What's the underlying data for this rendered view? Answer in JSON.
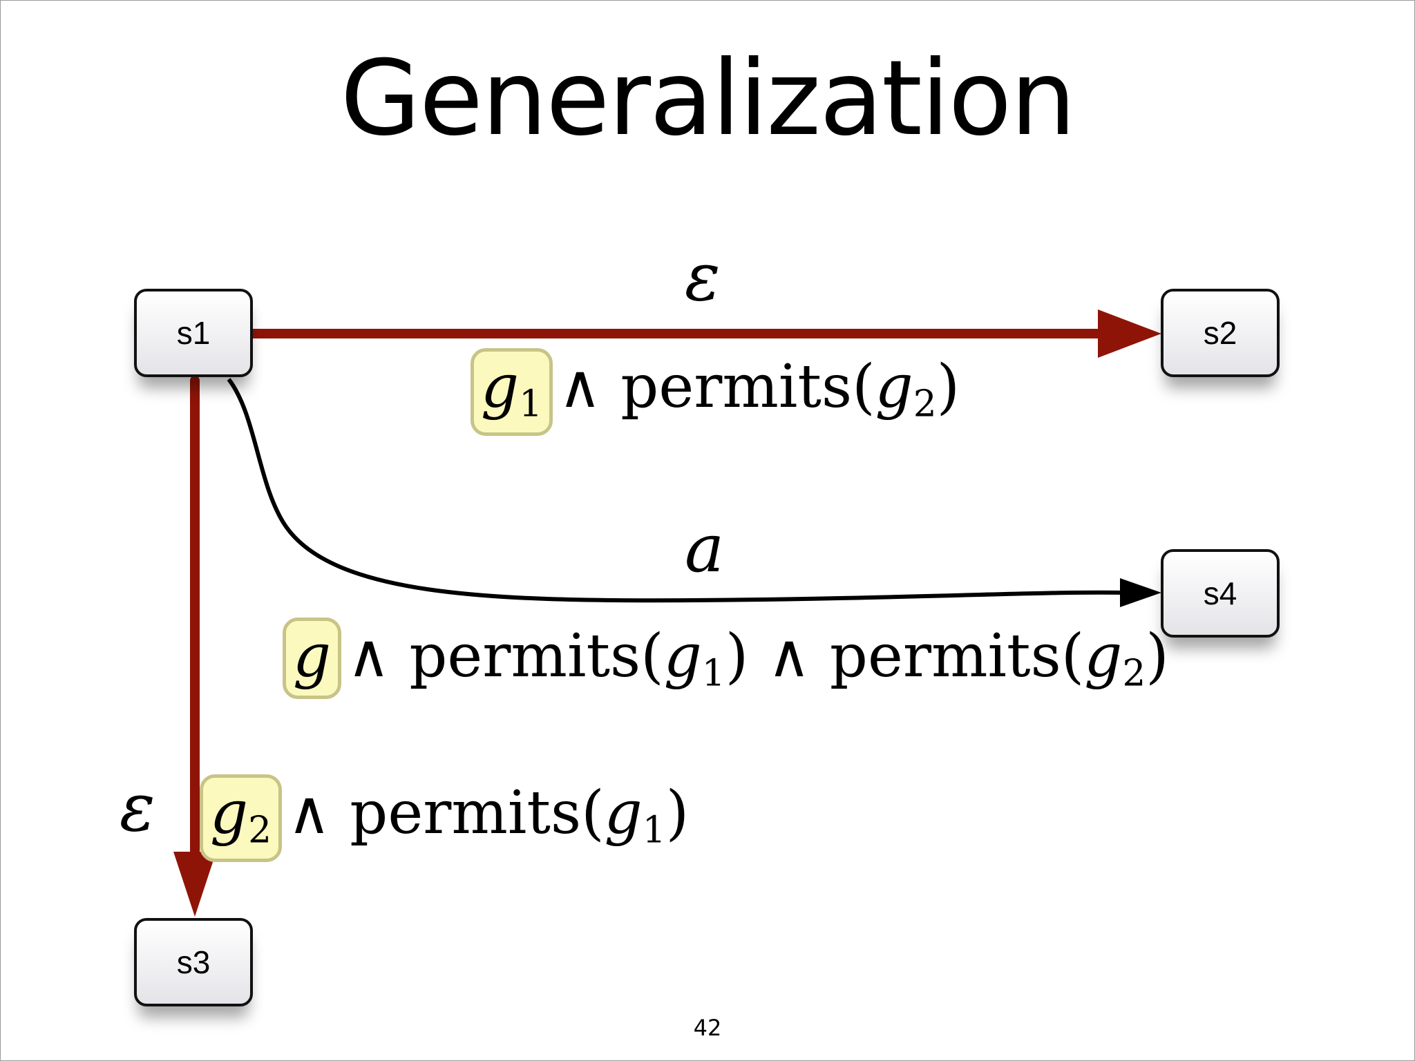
{
  "slide": {
    "title": "Generalization",
    "page_number": "42"
  },
  "nodes": {
    "s1": "s1",
    "s2": "s2",
    "s3": "s3",
    "s4": "s4"
  },
  "edges": {
    "s1_s2": {
      "label": "ε",
      "guard_highlight_var": "g",
      "guard_highlight_sub": "1",
      "guard_op": "∧",
      "guard_rest": "permits(",
      "guard_rest_var": "g",
      "guard_rest_sub": "2",
      "guard_close": ")"
    },
    "s1_s4": {
      "label": "a",
      "guard_highlight_var": "g",
      "guard_op": "∧",
      "guard_p1": "permits(",
      "guard_p1_var": "g",
      "guard_p1_sub": "1",
      "guard_p1_close": ")",
      "guard_op2": "∧",
      "guard_p2": "permits(",
      "guard_p2_var": "g",
      "guard_p2_sub": "2",
      "guard_p2_close": ")"
    },
    "s1_s3": {
      "label": "ε",
      "guard_highlight_var": "g",
      "guard_highlight_sub": "2",
      "guard_op": "∧",
      "guard_rest": "permits(",
      "guard_rest_var": "g",
      "guard_rest_sub": "1",
      "guard_close": ")"
    }
  },
  "colors": {
    "highlight_edge": "#8f1408",
    "normal_edge": "#000000",
    "guard_highlight_fill": "#fbf9be",
    "guard_highlight_border": "#c8c487"
  }
}
